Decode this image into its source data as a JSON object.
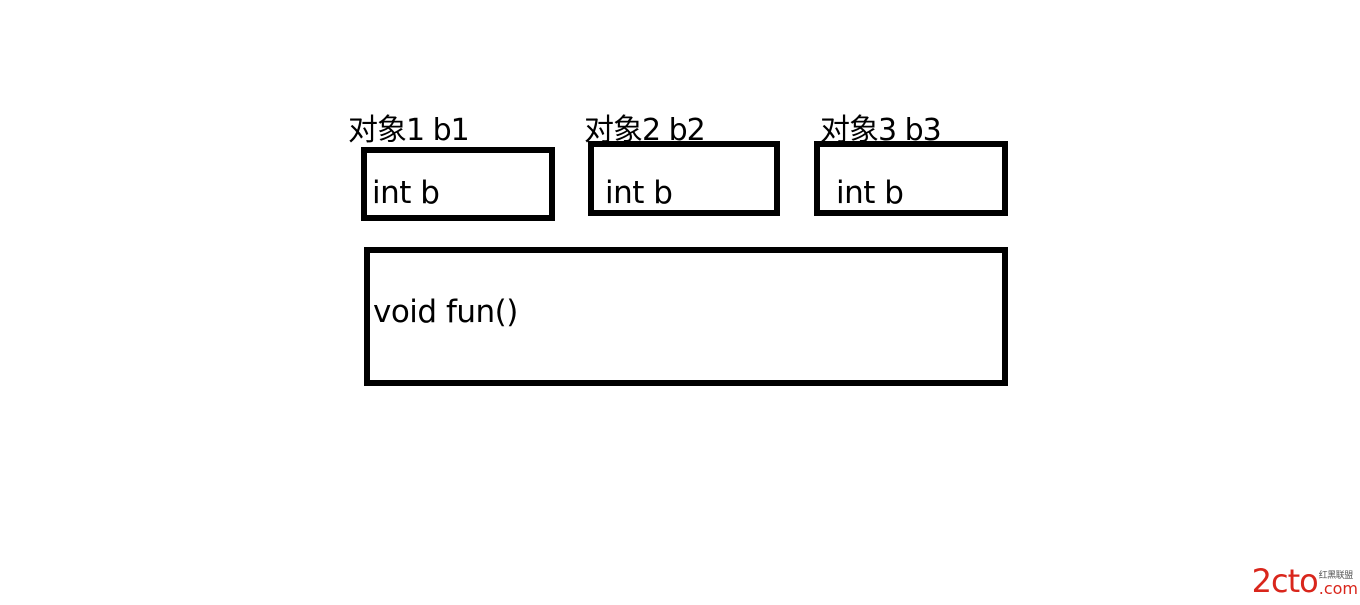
{
  "objects": [
    {
      "label": "对象1 b1",
      "field": "int b"
    },
    {
      "label": "对象2 b2",
      "field": "int b"
    },
    {
      "label": "对象3 b3",
      "field": "int b"
    }
  ],
  "shared_method": "void fun()",
  "watermark": {
    "logo": "2cto",
    "tag": "红黑联盟",
    "domain": ".com"
  },
  "colors": {
    "outline": "#000000",
    "background": "#ffffff",
    "watermark_red": "#d9261c"
  }
}
